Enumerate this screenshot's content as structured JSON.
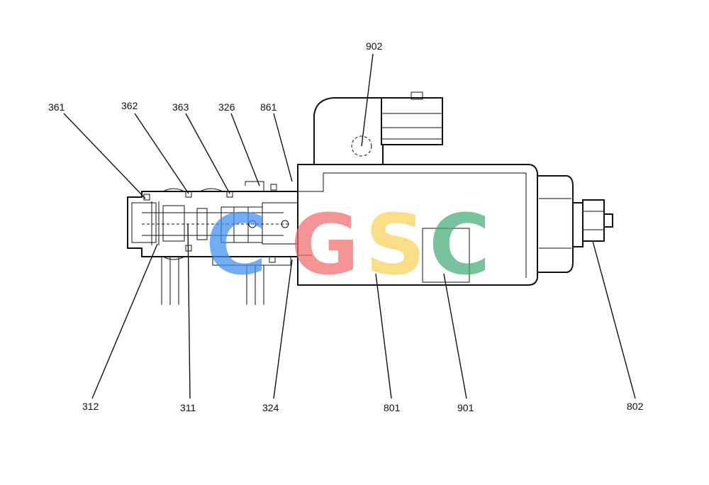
{
  "labels": {
    "p902": "902",
    "p361": "361",
    "p362": "362",
    "p363": "363",
    "p326": "326",
    "p861": "861",
    "p312": "312",
    "p311": "311",
    "p324": "324",
    "p801": "801",
    "p901": "901",
    "p802": "802"
  },
  "watermark": {
    "letters": [
      "C",
      "G",
      "S",
      "C"
    ],
    "colors": [
      "#3f8ef0",
      "#f06b6b",
      "#f7d15a",
      "#45ad7a"
    ]
  }
}
